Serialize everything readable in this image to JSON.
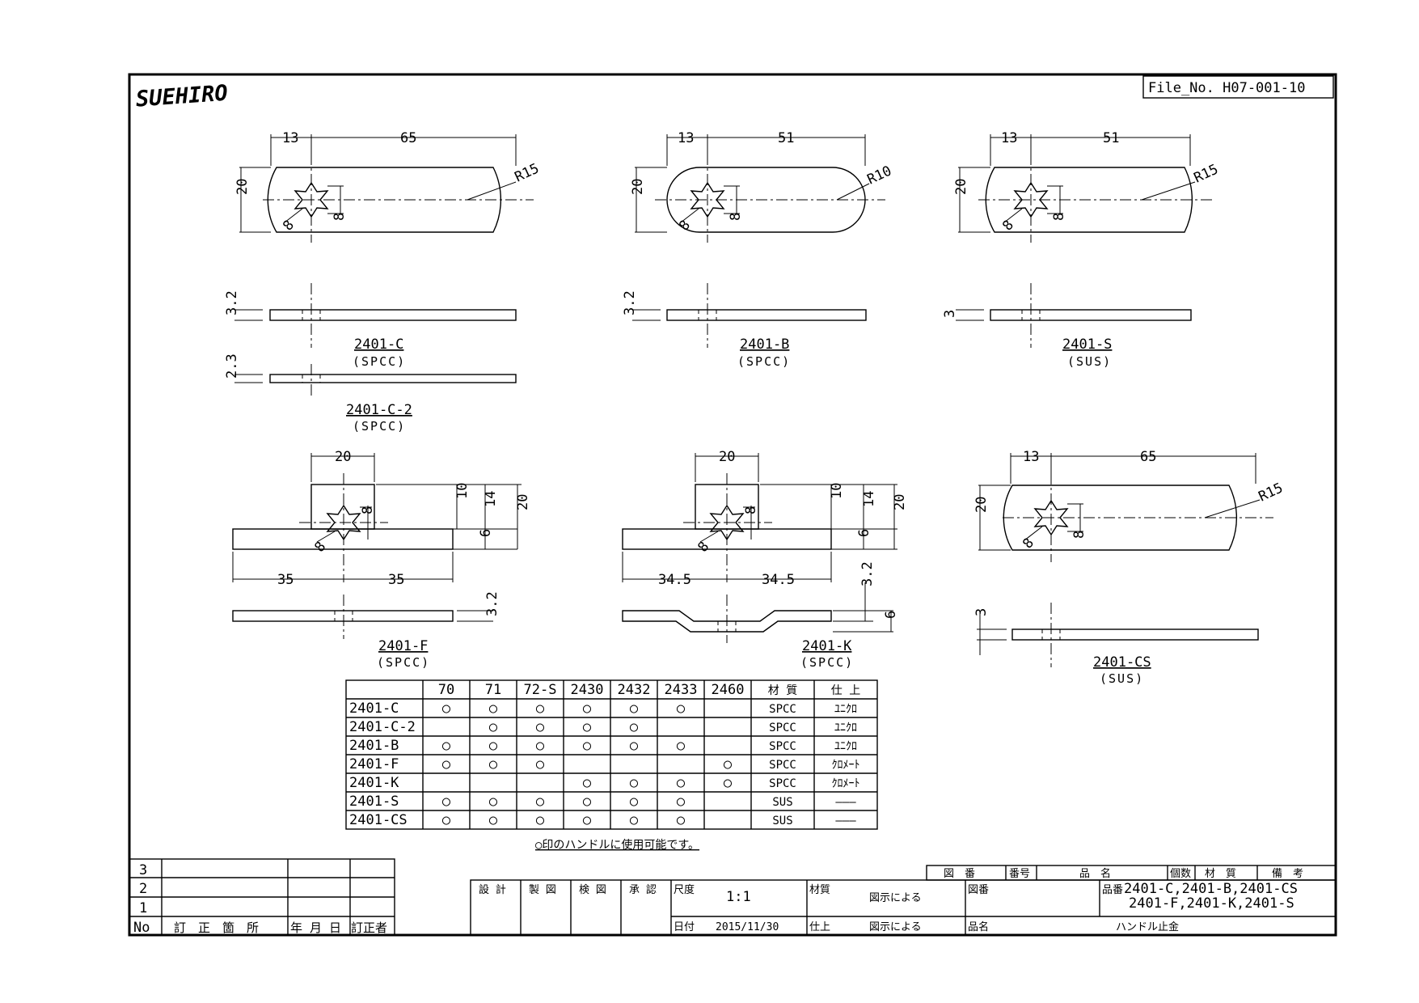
{
  "logo_text": "SUEHIRO",
  "file_no": "File_No.  H07-001-10",
  "parts": [
    {
      "code": "2401-C",
      "material": "(SPCC)"
    },
    {
      "code": "2401-C-2",
      "material": "(SPCC)"
    },
    {
      "code": "2401-B",
      "material": "(SPCC)"
    },
    {
      "code": "2401-S",
      "material": "(SUS)"
    },
    {
      "code": "2401-F",
      "material": "(SPCC)"
    },
    {
      "code": "2401-K",
      "material": "(SPCC)"
    },
    {
      "code": "2401-CS",
      "material": "(SUS)"
    }
  ],
  "dims": {
    "c_top": [
      "13",
      "65",
      "R15",
      "20",
      "8",
      "8"
    ],
    "c_side": "3.2",
    "c2_side": "2.3",
    "b_top": [
      "13",
      "51",
      "R10",
      "20",
      "8",
      "8"
    ],
    "b_side": "3.2",
    "s_top": [
      "13",
      "51",
      "R15",
      "20",
      "8",
      "8"
    ],
    "s_side": "3",
    "f_top": [
      "20",
      "10",
      "14",
      "20",
      "8",
      "8",
      "6",
      "35",
      "35"
    ],
    "f_side": "3.2",
    "k_top": [
      "20",
      "10",
      "14",
      "20",
      "8",
      "8",
      "6",
      "34.5",
      "34.5"
    ],
    "k_side": [
      "3.2",
      "6"
    ],
    "cs_top": [
      "13",
      "65",
      "R15",
      "20",
      "8",
      "8"
    ],
    "cs_side": "3"
  },
  "table": {
    "headers": [
      "",
      "70",
      "71",
      "72-S",
      "2430",
      "2432",
      "2433",
      "2460",
      "材 質",
      "仕 上"
    ],
    "rows": [
      [
        "2401-C",
        "○",
        "○",
        "○",
        "○",
        "○",
        "○",
        "",
        "SPCC",
        "ﾕﾆｸﾛ"
      ],
      [
        "2401-C-2",
        "",
        "○",
        "○",
        "○",
        "○",
        "",
        "",
        "SPCC",
        "ﾕﾆｸﾛ"
      ],
      [
        "2401-B",
        "○",
        "○",
        "○",
        "○",
        "○",
        "○",
        "",
        "SPCC",
        "ﾕﾆｸﾛ"
      ],
      [
        "2401-F",
        "○",
        "○",
        "○",
        "",
        "",
        "",
        "○",
        "SPCC",
        "ｸﾛﾒｰﾄ"
      ],
      [
        "2401-K",
        "",
        "",
        "",
        "○",
        "○",
        "○",
        "○",
        "SPCC",
        "ｸﾛﾒｰﾄ"
      ],
      [
        "2401-S",
        "○",
        "○",
        "○",
        "○",
        "○",
        "○",
        "",
        "SUS",
        "———"
      ],
      [
        "2401-CS",
        "○",
        "○",
        "○",
        "○",
        "○",
        "○",
        "",
        "SUS",
        "———"
      ]
    ],
    "note": "○印のハンドルに使用可能です。"
  },
  "revision": {
    "rows": [
      "3",
      "2",
      "1"
    ],
    "header": [
      "No",
      "訂　正　箇　所",
      "年 月 日",
      "訂正者"
    ]
  },
  "title_block": {
    "approvals": [
      "設 計",
      "製 図",
      "検 図",
      "承 認"
    ],
    "scale_label": "尺度",
    "scale_value": "1:1",
    "date_label": "日付",
    "date_value": "2015/11/30",
    "material_label": "材質",
    "material_value": "図示による",
    "finish_label": "仕上",
    "finish_value": "図示による",
    "drawing_no_label": "図番",
    "name_label": "品名",
    "name_value": "ハンドル止金",
    "part_no_label": "品番",
    "part_no_line1": "2401-C,2401-B,2401-CS",
    "part_no_line2": "2401-F,2401-K,2401-S",
    "parts_header": [
      "図　番",
      "番号",
      "品　名",
      "個数",
      "材　質",
      "備　考"
    ]
  }
}
